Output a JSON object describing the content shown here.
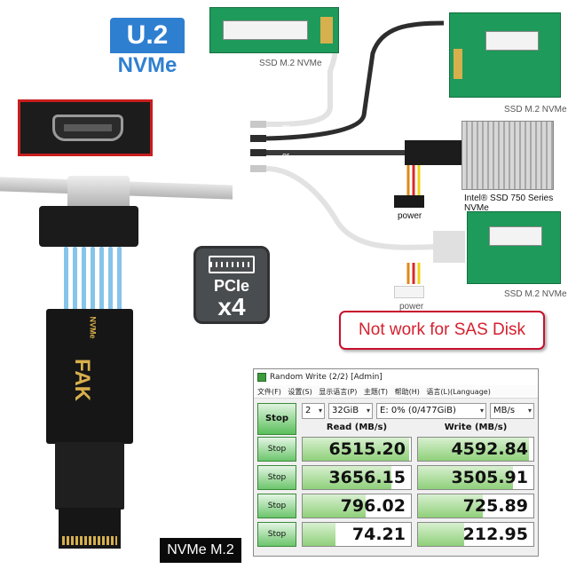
{
  "badge_u2": {
    "top": "U.2",
    "bottom": "NVMe"
  },
  "badge_pcie": {
    "label": "PCIe",
    "lanes": "x4"
  },
  "captions": {
    "ssd_top_left": "SSD M.2 NVMe",
    "ssd_top_right": "SSD M.2 NVMe",
    "intel": "Intel® SSD 750 Series NVMe",
    "power_1": "power",
    "ssd_bottom": "SSD M.2 NVMe",
    "power_2": "power",
    "or_1": "or",
    "or_2": "or",
    "or_3": "or"
  },
  "pcb_labels": {
    "brand": "FAK",
    "model": "NVMe"
  },
  "warning": "Not work for SAS Disk",
  "bench": {
    "title": "Random Write (2/2) [Admin]",
    "menu": [
      "文件(F)",
      "设置(S)",
      "显示语言(P)",
      "主题(T)",
      "帮助(H)",
      "语言(L)(Language)"
    ],
    "count": "2",
    "size": "32GiB",
    "drive": "E: 0% (0/477GiB)",
    "unit": "MB/s",
    "stop_all_label": "Stop",
    "col_read": "Read (MB/s)",
    "col_write": "Write (MB/s)",
    "rows": [
      {
        "stop": "Stop",
        "read": "6515.20",
        "write": "4592.84",
        "read_fill": 0.98,
        "write_fill": 0.96
      },
      {
        "stop": "Stop",
        "read": "3656.15",
        "write": "3505.91",
        "read_fill": 0.82,
        "write_fill": 0.82
      },
      {
        "stop": "Stop",
        "read": "796.02",
        "write": "725.89",
        "read_fill": 0.58,
        "write_fill": 0.56
      },
      {
        "stop": "Stop",
        "read": "74.21",
        "write": "212.95",
        "read_fill": 0.3,
        "write_fill": 0.4
      }
    ]
  },
  "bottom_caption": "NVMe M.2",
  "colors": {
    "accent_blue": "#2f7fd0",
    "warning_red": "#d4202e",
    "bar_green": "#8fd07a",
    "pcb_green": "#1e9a5a"
  }
}
